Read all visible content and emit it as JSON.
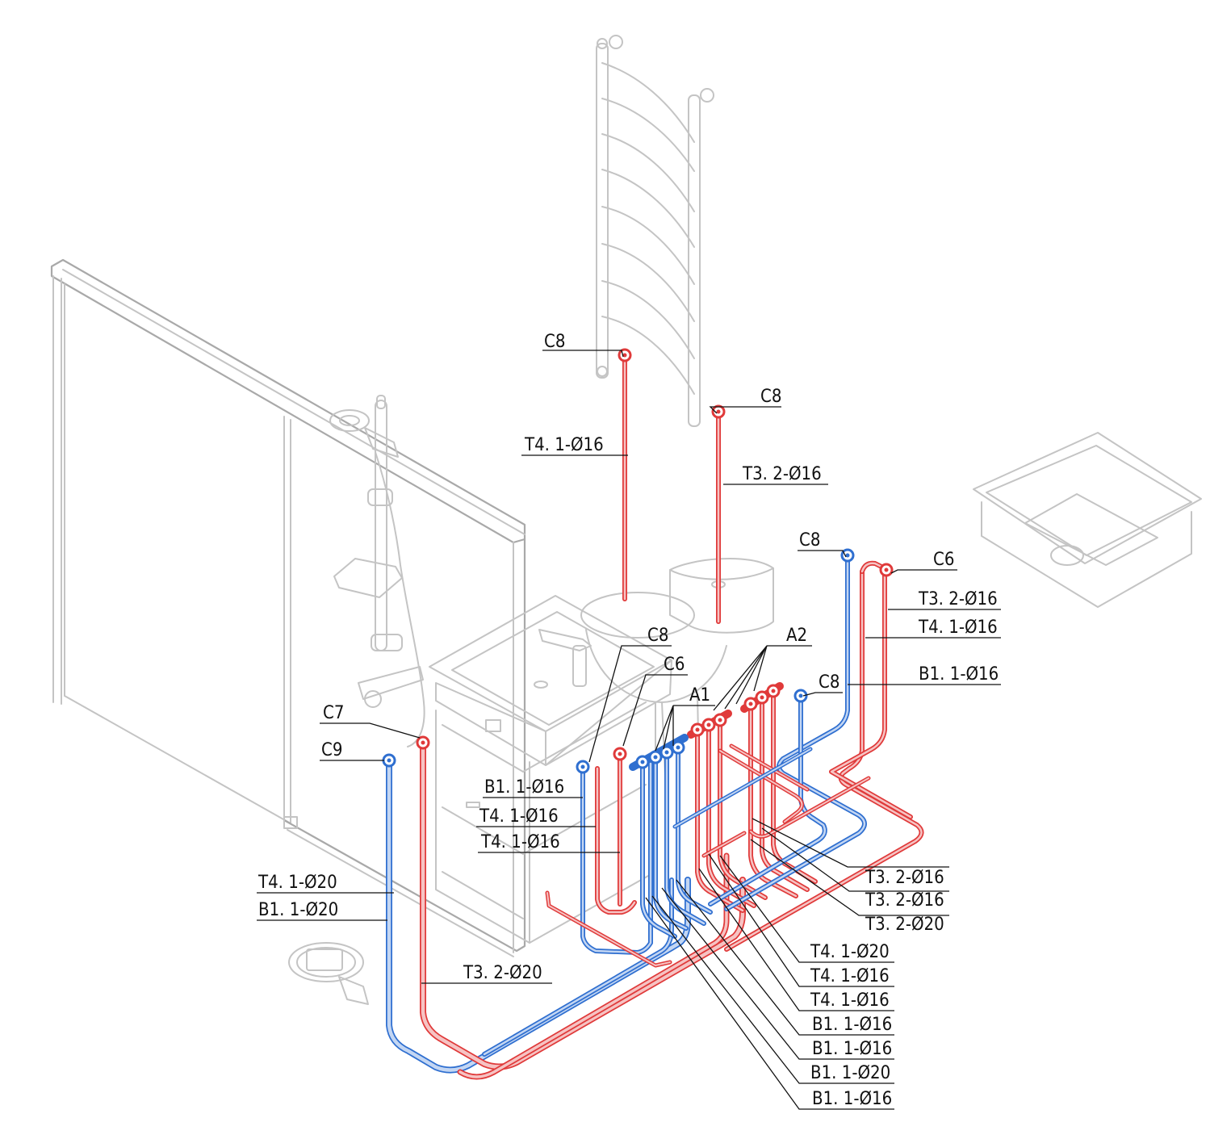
{
  "colors": {
    "hot": "#e03a3a",
    "hot_light": "#f6c3c3",
    "hot_dark": "#b01c1c",
    "cold": "#2f6fd0",
    "cold_light": "#c3d6f3",
    "fixture": "#c4c4c4",
    "label": "#111111"
  },
  "labels": {
    "c8_towel_left": "С8",
    "c8_towel_right": "С8",
    "t4_towel": "Т4. 1-Ø16",
    "t3_towel": "Т3. 2-Ø16",
    "c8_right_cold": "С8",
    "c6_right_hot": "С6",
    "t3_right": "Т3. 2-Ø16",
    "t4_right": "Т4. 1-Ø16",
    "b1_right": "В1. 1-Ø16",
    "c8_mid": "С8",
    "a2": "А2",
    "c8_sink": "С8",
    "c6_sink": "С6",
    "a1": "А1",
    "c7": "С7",
    "c9": "С9",
    "b1_sink": "В1. 1-Ø16",
    "t4_sink_a": "Т4. 1-Ø16",
    "t4_sink_b": "Т4. 1-Ø16",
    "t4_shower": "Т4. 1-Ø20",
    "b1_shower": "В1. 1-Ø20",
    "t3_shower": "Т3. 2-Ø20",
    "t3_m1": "Т3. 2-Ø16",
    "t3_m2": "Т3. 2-Ø16",
    "t3_m3": "Т3. 2-Ø20",
    "t4_b1": "Т4. 1-Ø20",
    "t4_b2": "Т4. 1-Ø16",
    "t4_b3": "Т4. 1-Ø16",
    "b1_b1": "В1. 1-Ø16",
    "b1_b2": "В1. 1-Ø16",
    "b1_b3": "В1. 1-Ø20",
    "b1_b4": "В1. 1-Ø16"
  }
}
